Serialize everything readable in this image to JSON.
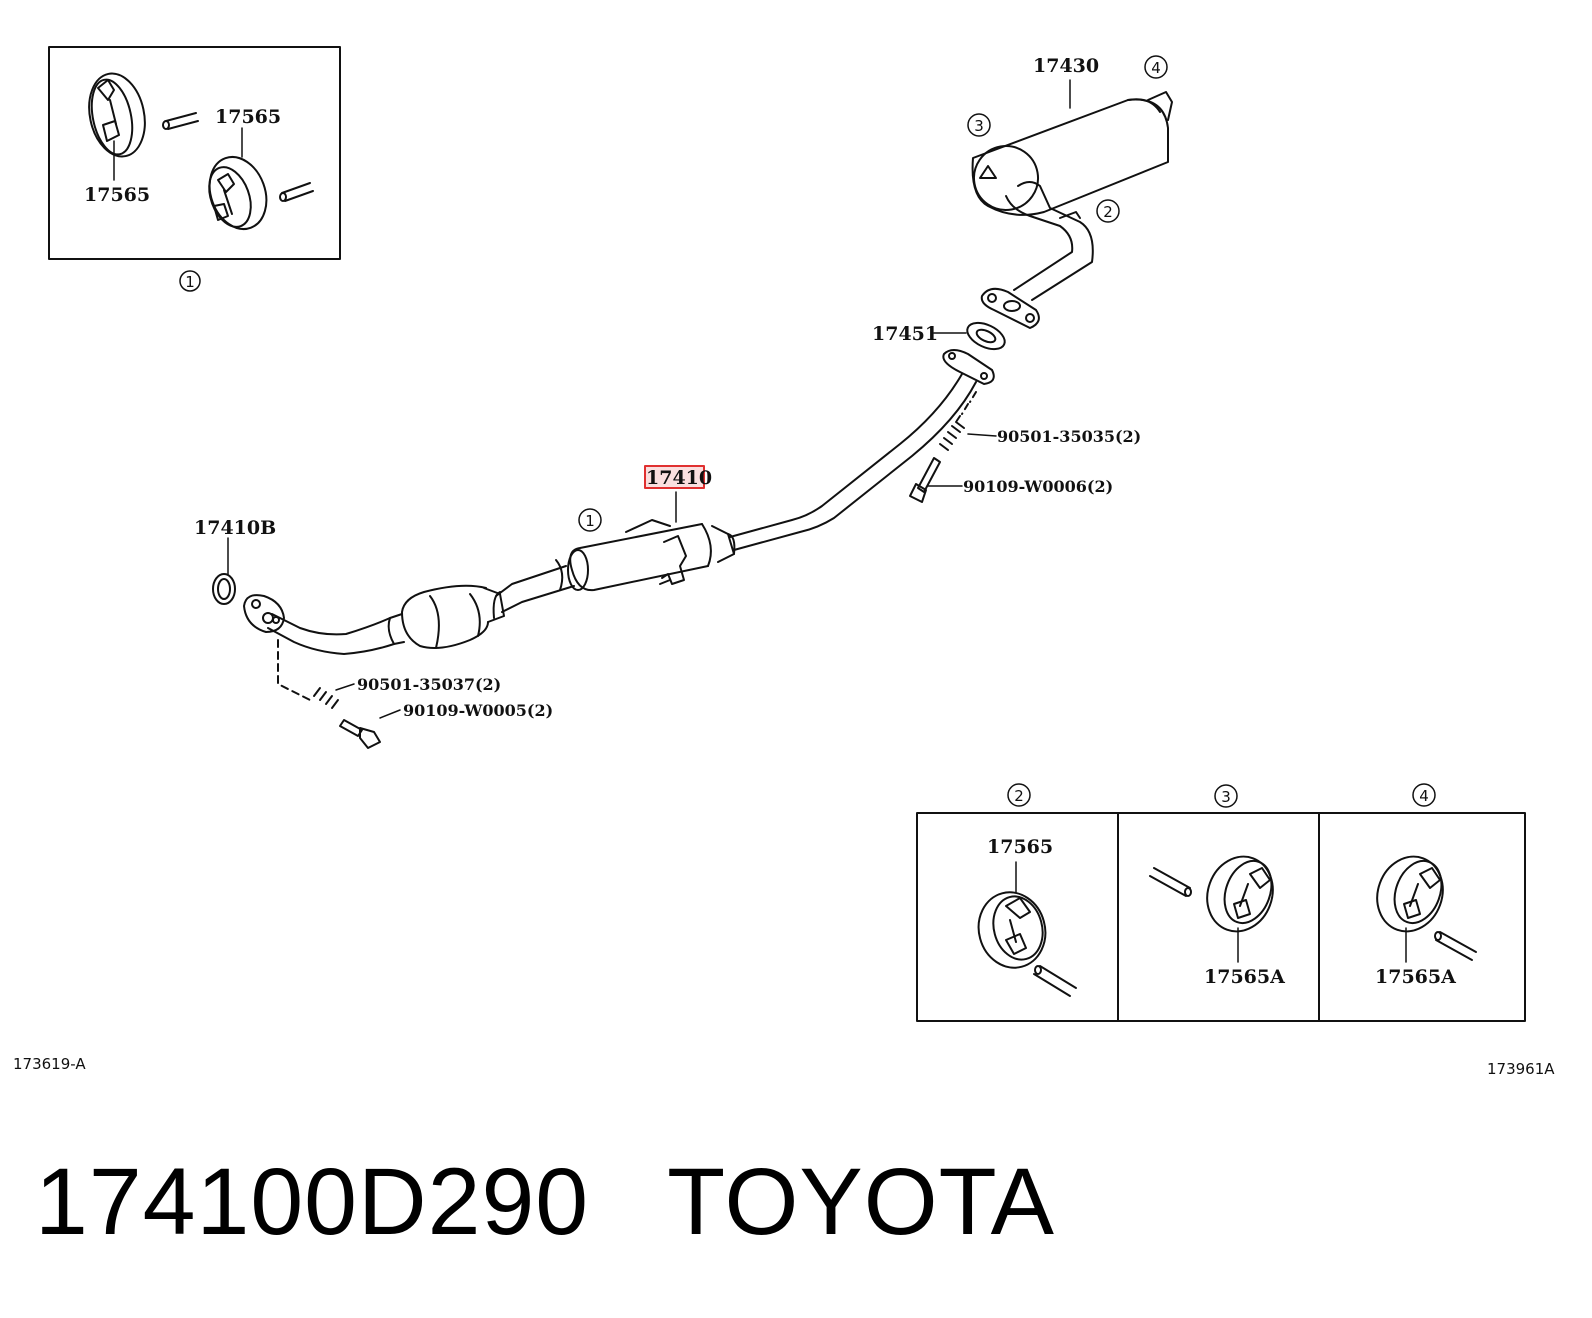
{
  "parts": {
    "inset1_label_a": "17565",
    "inset1_label_b": "17565",
    "inset1_marker": "1",
    "muffler": "17430",
    "muffler_marker_4": "4",
    "muffler_marker_3": "3",
    "muffler_marker_2": "2",
    "gasket_rear": "17451",
    "spring_rear": "90501-35035(2)",
    "bolt_rear": "90109-W0006(2)",
    "center_pipe": "17410",
    "center_pipe_marker": "1",
    "front_gasket": "17410B",
    "spring_front": "90501-35037(2)",
    "bolt_front": "90109-W0005(2)"
  },
  "lower_insets": {
    "marker_2": "2",
    "marker_3": "3",
    "marker_4": "4",
    "label_2": "17565",
    "label_3": "17565A",
    "label_4": "17565A"
  },
  "codes": {
    "left": "173619-A",
    "right": "173961A"
  },
  "caption": {
    "part_number": "174100D290",
    "brand": "TOYOTA"
  },
  "highlight_color": "#e03030"
}
